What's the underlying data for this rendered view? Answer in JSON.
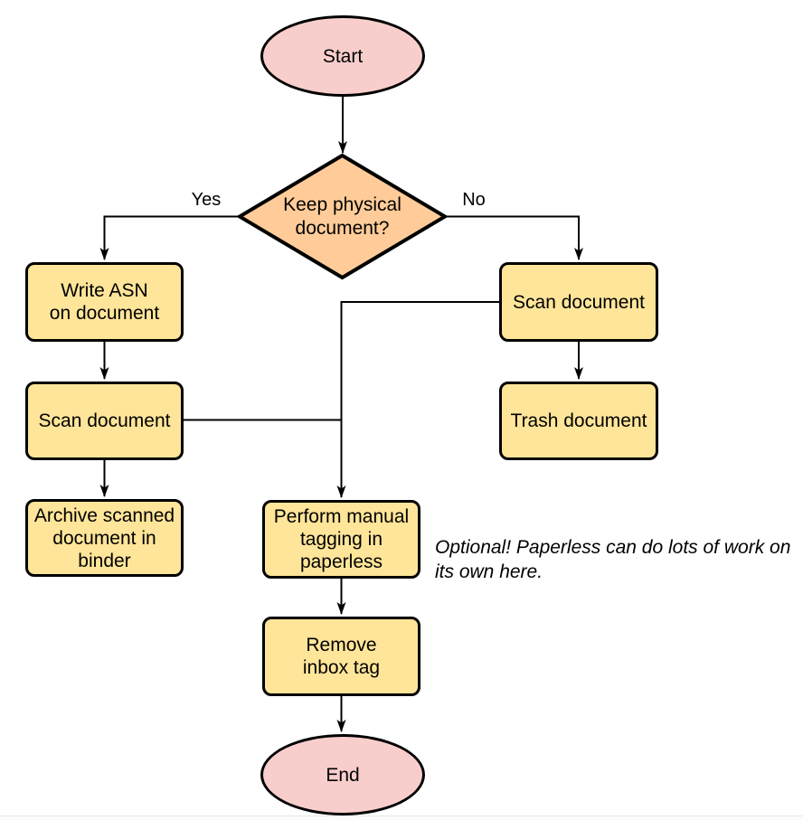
{
  "flowchart": {
    "nodes": {
      "start": {
        "type": "terminator",
        "label": "Start"
      },
      "keep_physical": {
        "type": "decision",
        "label": "Keep physical\ndocument?"
      },
      "write_asn": {
        "type": "process",
        "label": "Write ASN\non document"
      },
      "scan_document_left": {
        "type": "process",
        "label": "Scan document"
      },
      "archive_binder": {
        "type": "process",
        "label": "Archive scanned\ndocument in\nbinder"
      },
      "scan_document_right": {
        "type": "process",
        "label": "Scan document"
      },
      "trash_document": {
        "type": "process",
        "label": "Trash document"
      },
      "manual_tagging": {
        "type": "process",
        "label": "Perform manual\ntagging in\npaperless"
      },
      "remove_inbox_tag": {
        "type": "process",
        "label": "Remove\ninbox tag"
      },
      "end": {
        "type": "terminator",
        "label": "End"
      }
    },
    "edge_labels": {
      "yes": "Yes",
      "no": "No"
    },
    "edges": [
      {
        "from": "start",
        "to": "keep_physical"
      },
      {
        "from": "keep_physical",
        "to": "write_asn",
        "label": "Yes"
      },
      {
        "from": "keep_physical",
        "to": "scan_document_right",
        "label": "No"
      },
      {
        "from": "write_asn",
        "to": "scan_document_left"
      },
      {
        "from": "scan_document_left",
        "to": "archive_binder"
      },
      {
        "from": "scan_document_right",
        "to": "trash_document"
      },
      {
        "from": "scan_document_left",
        "to": "manual_tagging"
      },
      {
        "from": "scan_document_right",
        "to": "manual_tagging"
      },
      {
        "from": "manual_tagging",
        "to": "remove_inbox_tag"
      },
      {
        "from": "remove_inbox_tag",
        "to": "end"
      }
    ],
    "note": "Optional! Paperless can do lots of work on\nits own here.",
    "colors": {
      "terminator_fill": "#F8CECC",
      "decision_fill": "#FFCC99",
      "process_fill": "#FFE599",
      "stroke": "#000000",
      "background": "#FFFFFF"
    }
  }
}
